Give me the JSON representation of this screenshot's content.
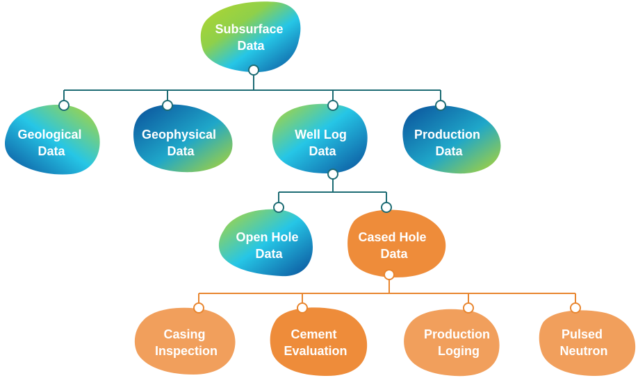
{
  "colors": {
    "teal_connector": "#1c6b73",
    "orange_connector": "#e8852e",
    "gradient_blue": "#0a4f9a",
    "gradient_cyan": "#26c6e6",
    "gradient_green": "#b4d62c",
    "orange_fill": "#ee8c3a"
  },
  "nodes": {
    "subsurface": {
      "line1": "Subsurface",
      "line2": "Data"
    },
    "geological": {
      "line1": "Geological",
      "line2": "Data"
    },
    "geophysical": {
      "line1": "Geophysical",
      "line2": "Data"
    },
    "well_log": {
      "line1": "Well Log",
      "line2": "Data"
    },
    "production_data": {
      "line1": "Production",
      "line2": "Data"
    },
    "open_hole": {
      "line1": "Open Hole",
      "line2": "Data"
    },
    "cased_hole": {
      "line1": "Cased Hole",
      "line2": "Data"
    },
    "casing_inspection": {
      "line1": "Casing",
      "line2": "Inspection"
    },
    "cement_evaluation": {
      "line1": "Cement",
      "line2": "Evaluation"
    },
    "production_loging": {
      "line1": "Production",
      "line2": "Loging"
    },
    "pulsed_neutron": {
      "line1": "Pulsed",
      "line2": "Neutron"
    }
  }
}
